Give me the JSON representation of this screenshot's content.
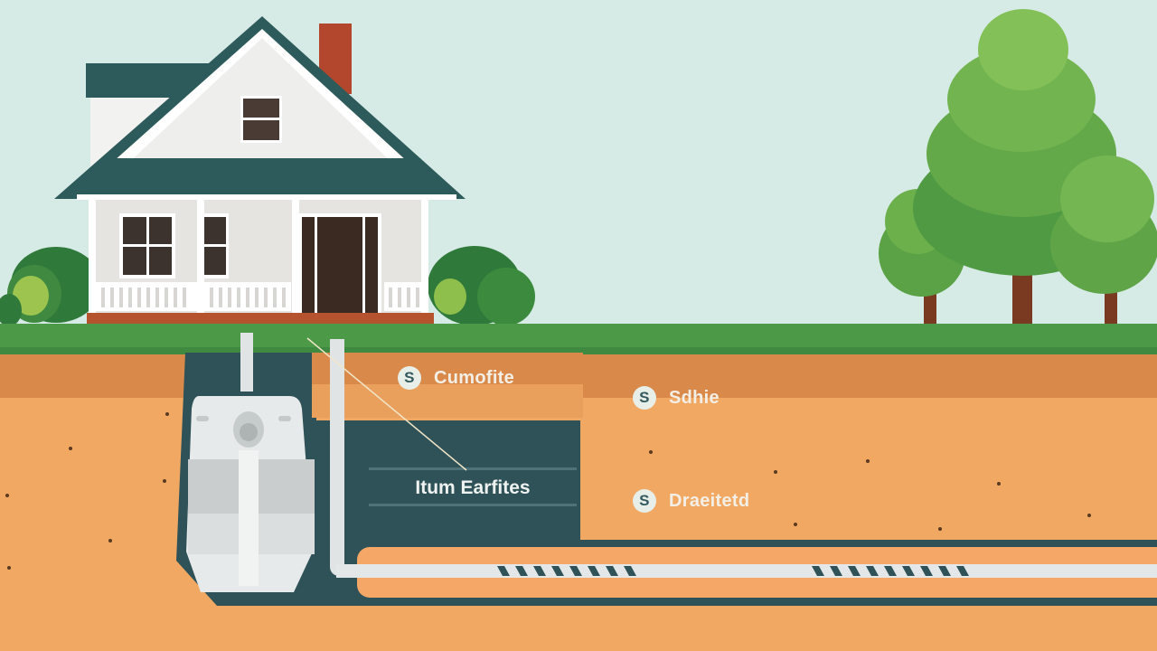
{
  "scene": {
    "title": "Septic system cross-section illustration",
    "colors": {
      "sky": "#d7ebe6",
      "grass": "#4c9a48",
      "soil_top": "#d98a4a",
      "soil_mid": "#f0a862",
      "soil_deep": "#f4ae6a",
      "tank_dark": "#2f5258",
      "pipe": "#dfe4e4",
      "roof": "#2d5a5a",
      "house_wall": "#f2f2f0",
      "chimney": "#b3472e",
      "tree_green": "#6fb04e",
      "trunk": "#7a3a22"
    }
  },
  "labels": [
    {
      "id": "label-1",
      "badge": "S",
      "text": "Cumofite"
    },
    {
      "id": "label-2",
      "badge": "S",
      "text": "Sdhie"
    },
    {
      "id": "label-3",
      "badge": "S",
      "text": "Draeitetd"
    }
  ],
  "tank_label": "Itum Earfites"
}
